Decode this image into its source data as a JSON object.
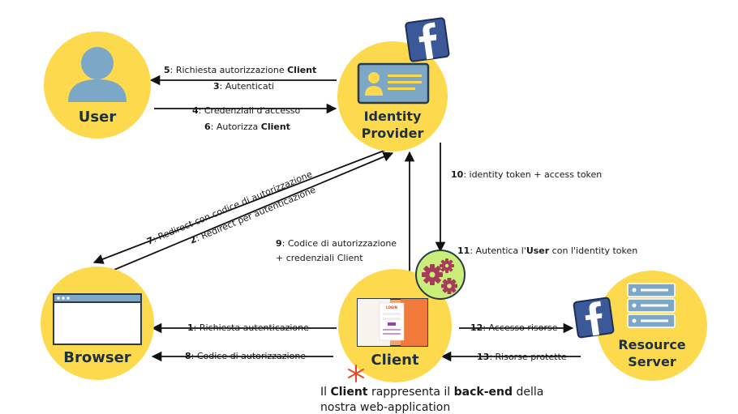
{
  "nodes": {
    "user": "User",
    "identity_provider": [
      "Identity",
      "Provider"
    ],
    "browser": "Browser",
    "client": "Client",
    "resource_server": [
      "Resource",
      "Server"
    ]
  },
  "client_screen": {
    "title": "LOGIN"
  },
  "steps": {
    "s1": {
      "num": "1",
      "text": ": Richiesta autenticazione"
    },
    "s2": {
      "num": "2",
      "text": ": Redirect per autenticazione"
    },
    "s3": {
      "num": "3",
      "text": ": Autenticati"
    },
    "s4": {
      "num": "4",
      "text": ": Credenziali d'accesso"
    },
    "s5": {
      "num": "5",
      "text": ": Richiesta autorizzazione ",
      "bold": "Client"
    },
    "s6": {
      "num": "6",
      "text": ": Autorizza ",
      "bold": "Client"
    },
    "s7": {
      "num": "7",
      "text": ": Redirect con codice di autorizzazione"
    },
    "s8": {
      "num": "8",
      "text": ": Codice di autorizzazione"
    },
    "s9": {
      "num": "9",
      "text": ": Codice di autorizzazione",
      "line2": "+ credenziali Client"
    },
    "s10": {
      "num": "10",
      "text": ": identity token + access token"
    },
    "s11": {
      "num": "11",
      "text": ": Autentica l'",
      "bold": "User",
      "text2": " con l'identity token"
    },
    "s12": {
      "num": "12",
      "text": ": Accesso risorse"
    },
    "s13": {
      "num": "13",
      "text": ": Risorse protette"
    }
  },
  "note": {
    "pre": "Il ",
    "b1": "Client",
    "mid": " rappresenta il ",
    "b2": "back-end",
    "post": " della",
    "line2": "nostra web-application"
  },
  "colors": {
    "circle": "#fdd94e",
    "user_icon": "#7da7c6",
    "facebook": "#3b5998",
    "gear_bg": "#c9ef7a",
    "gear": "#a53c5a",
    "server": "#7da7c6",
    "asterisk": "#e8462a"
  },
  "icons": [
    "user-icon",
    "id-card-icon",
    "facebook-icon",
    "browser-window-icon",
    "gears-icon",
    "server-icon",
    "asterisk-icon"
  ]
}
